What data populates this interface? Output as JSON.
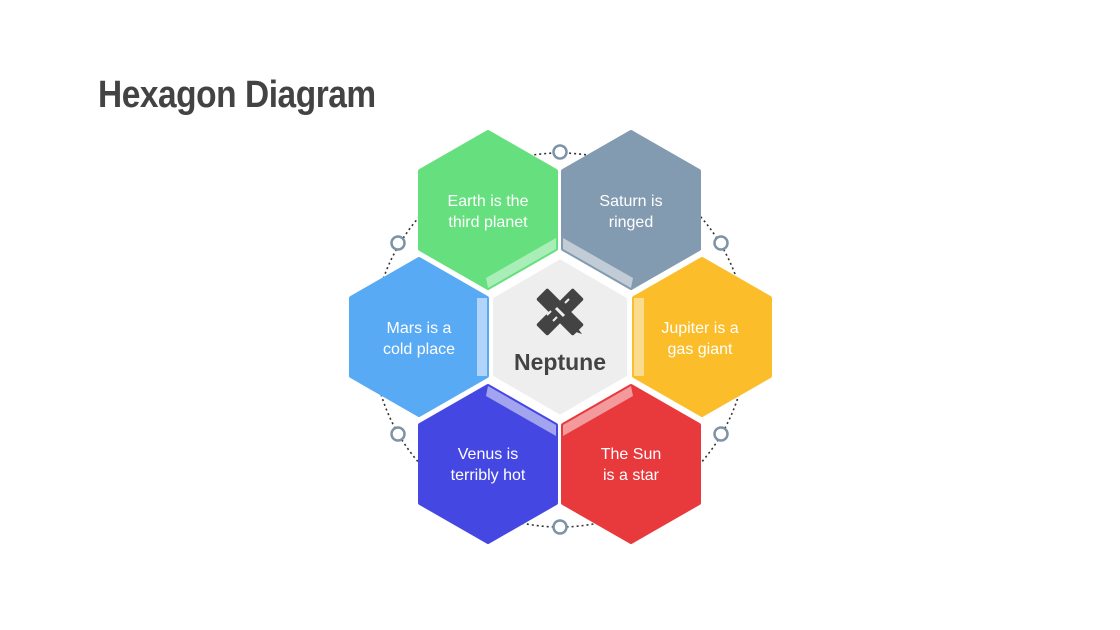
{
  "title": "Hexagon Diagram",
  "center": {
    "label": "Neptune",
    "icon": "pencil-ruler-icon",
    "color": "#eeeeee",
    "text_color": "#434343"
  },
  "ring": {
    "color": "#333333",
    "node_color": "#7d93a8"
  },
  "hexagons": [
    {
      "id": "earth",
      "line1": "Earth is the",
      "line2": "third planet",
      "color": "#66e07f",
      "shade": "#a8eeb6"
    },
    {
      "id": "saturn",
      "line1": "Saturn is",
      "line2": "ringed",
      "color": "#839bb0",
      "shade": "#c1ccd6"
    },
    {
      "id": "mars",
      "line1": "Mars is a",
      "line2": "cold place",
      "color": "#58aaf5",
      "shade": "#b1d5f8"
    },
    {
      "id": "jupiter",
      "line1": "Jupiter is a",
      "line2": "gas giant",
      "color": "#fbbd2a",
      "shade": "#fbdc8e"
    },
    {
      "id": "venus",
      "line1": "Venus is",
      "line2": "terribly hot",
      "color": "#4547e2",
      "shade": "#a3a4ef"
    },
    {
      "id": "sun",
      "line1": "The Sun",
      "line2": "is a star",
      "color": "#e8393d",
      "shade": "#f29a9c"
    }
  ]
}
